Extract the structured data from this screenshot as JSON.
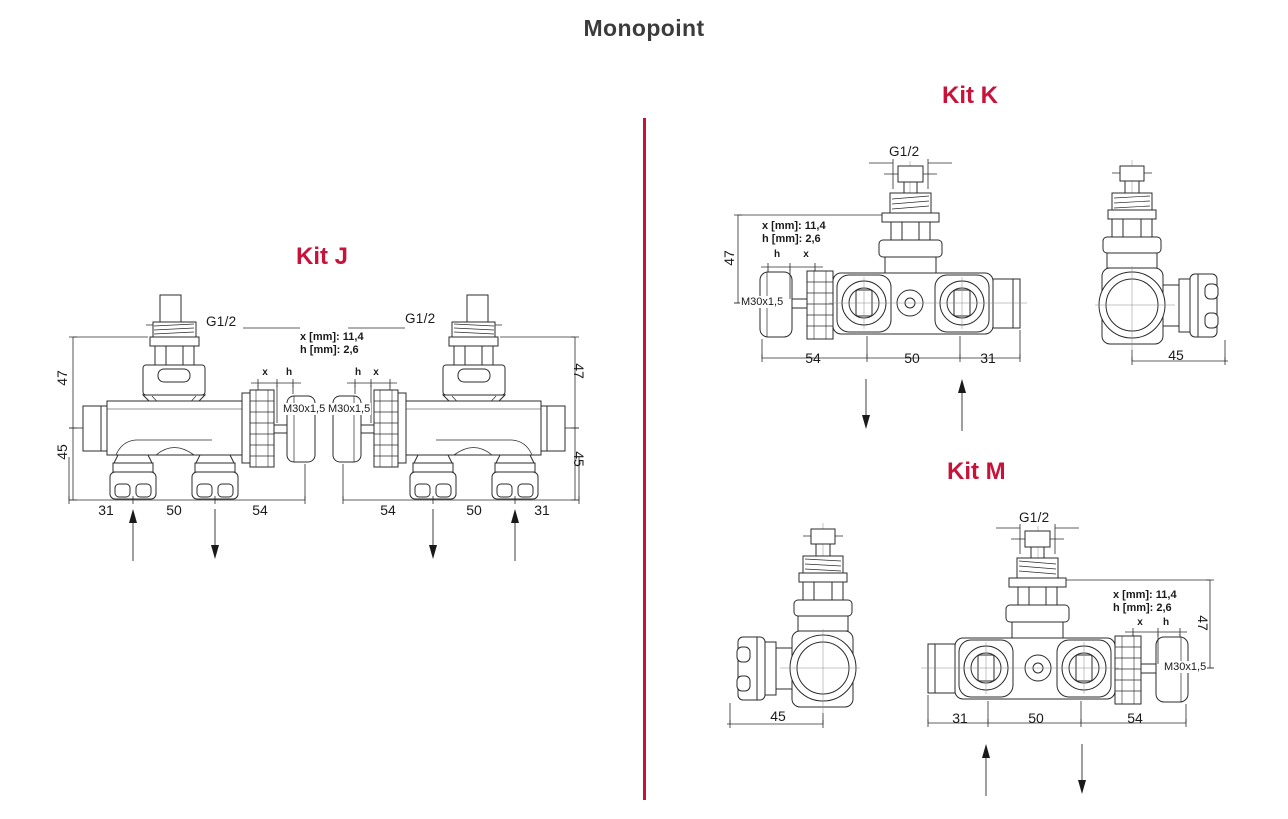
{
  "page": {
    "title": "Monopoint"
  },
  "colors": {
    "accent": "#C8123A",
    "ink": "#2b2b2b"
  },
  "kits": {
    "j": {
      "heading": "Kit J",
      "note_x": "x [mm]: 11,4",
      "note_h": "h [mm]: 2,6",
      "left": {
        "g": "G1/2",
        "m30": "M30x1,5",
        "x": "x",
        "h": "h",
        "v1": "47",
        "v2": "45",
        "d1": "31",
        "d2": "50",
        "d3": "54"
      },
      "right": {
        "g": "G1/2",
        "m30": "M30x1,5",
        "x": "x",
        "h": "h",
        "v1": "47",
        "v2": "45",
        "d1": "54",
        "d2": "50",
        "d3": "31"
      }
    },
    "k": {
      "heading": "Kit K",
      "front": {
        "g": "G1/2",
        "note_x": "x [mm]: 11,4",
        "note_h": "h [mm]: 2,6",
        "m30": "M30x1,5",
        "x": "x",
        "h": "h",
        "v1": "47",
        "d1": "54",
        "d2": "50",
        "d3": "31"
      },
      "side": {
        "v2": "45"
      }
    },
    "m": {
      "heading": "Kit M",
      "side": {
        "v2": "45"
      },
      "front": {
        "g": "G1/2",
        "note_x": "x [mm]: 11,4",
        "note_h": "h [mm]: 2,6",
        "m30": "M30x1,5",
        "x": "x",
        "h": "h",
        "v1": "47",
        "d1": "31",
        "d2": "50",
        "d3": "54"
      }
    }
  }
}
